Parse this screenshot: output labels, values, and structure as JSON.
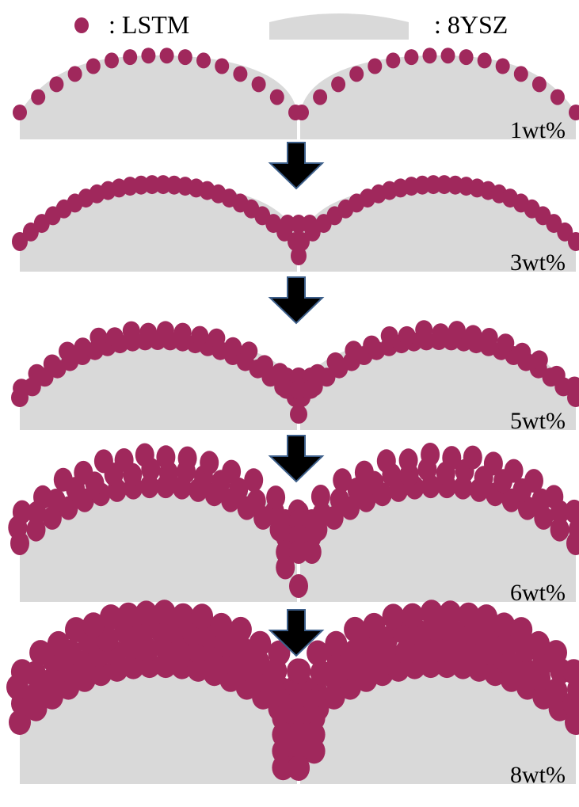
{
  "legend": {
    "particle_label": ": LSTM",
    "matrix_label": ": 8YSZ"
  },
  "panels": [
    {
      "label": "1wt%",
      "coverage": 1
    },
    {
      "label": "3wt%",
      "coverage": 3
    },
    {
      "label": "5wt%",
      "coverage": 5
    },
    {
      "label": "6wt%",
      "coverage": 6
    },
    {
      "label": "8wt%",
      "coverage": 8
    }
  ],
  "colors": {
    "particle": "#a0285c",
    "grain": "#d9d9d9",
    "arrow_fill": "#000000",
    "arrow_stroke": "#3d5f8a"
  },
  "icons": {
    "arrow": "down-arrow-icon"
  }
}
